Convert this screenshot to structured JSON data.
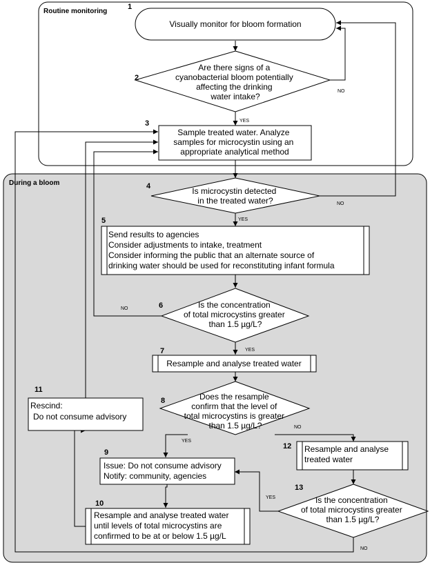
{
  "regions": {
    "routine": "Routine monitoring",
    "bloom": "During a bloom"
  },
  "steps": [
    {
      "num": "1",
      "lines": [
        "Visually monitor for bloom formation"
      ]
    },
    {
      "num": "2",
      "lines": [
        "Are there signs of a",
        "cyanobacterial bloom potentially",
        "affecting the drinking",
        "water intake?"
      ]
    },
    {
      "num": "3",
      "lines": [
        "Sample treated water. Analyze",
        "samples for microcystin using an",
        "appropriate analytical method"
      ]
    },
    {
      "num": "4",
      "lines": [
        "Is microcystin detected",
        "in the treated water?"
      ]
    },
    {
      "num": "5",
      "lines": [
        "Send results to agencies",
        "Consider adjustments to intake, treatment",
        "Consider informing the public that an alternate source of",
        "drinking water should be used for reconstituting infant formula"
      ]
    },
    {
      "num": "6",
      "lines": [
        "Is the concentration",
        "of total microcystins greater",
        "than 1.5 µg/L?"
      ]
    },
    {
      "num": "7",
      "lines": [
        "Resample and analyse treated water"
      ]
    },
    {
      "num": "8",
      "lines": [
        "Does the resample",
        "confirm that the level of",
        "total microcystins is greater",
        "than 1.5 µg/L?"
      ]
    },
    {
      "num": "9",
      "lines": [
        "Issue: Do not consume advisory",
        "Notify: community, agencies"
      ]
    },
    {
      "num": "10",
      "lines": [
        "Resample and analyse treated water",
        "until levels of total microcystins are",
        "confirmed to be at or below 1.5 µg/L"
      ]
    },
    {
      "num": "11",
      "lines": [
        "Rescind:",
        "Do not consume advisory"
      ]
    },
    {
      "num": "12",
      "lines": [
        "Resample and analyse",
        "treated water"
      ]
    },
    {
      "num": "13",
      "lines": [
        "Is the concentration",
        "of total microcystins greater",
        "than 1.5 µg/L?"
      ]
    }
  ],
  "edge_labels": {
    "yes": "YES",
    "no": "NO"
  },
  "colors": {
    "bloom_fill": "#d9d9d9",
    "line": "#000000",
    "box_fill": "#ffffff"
  }
}
